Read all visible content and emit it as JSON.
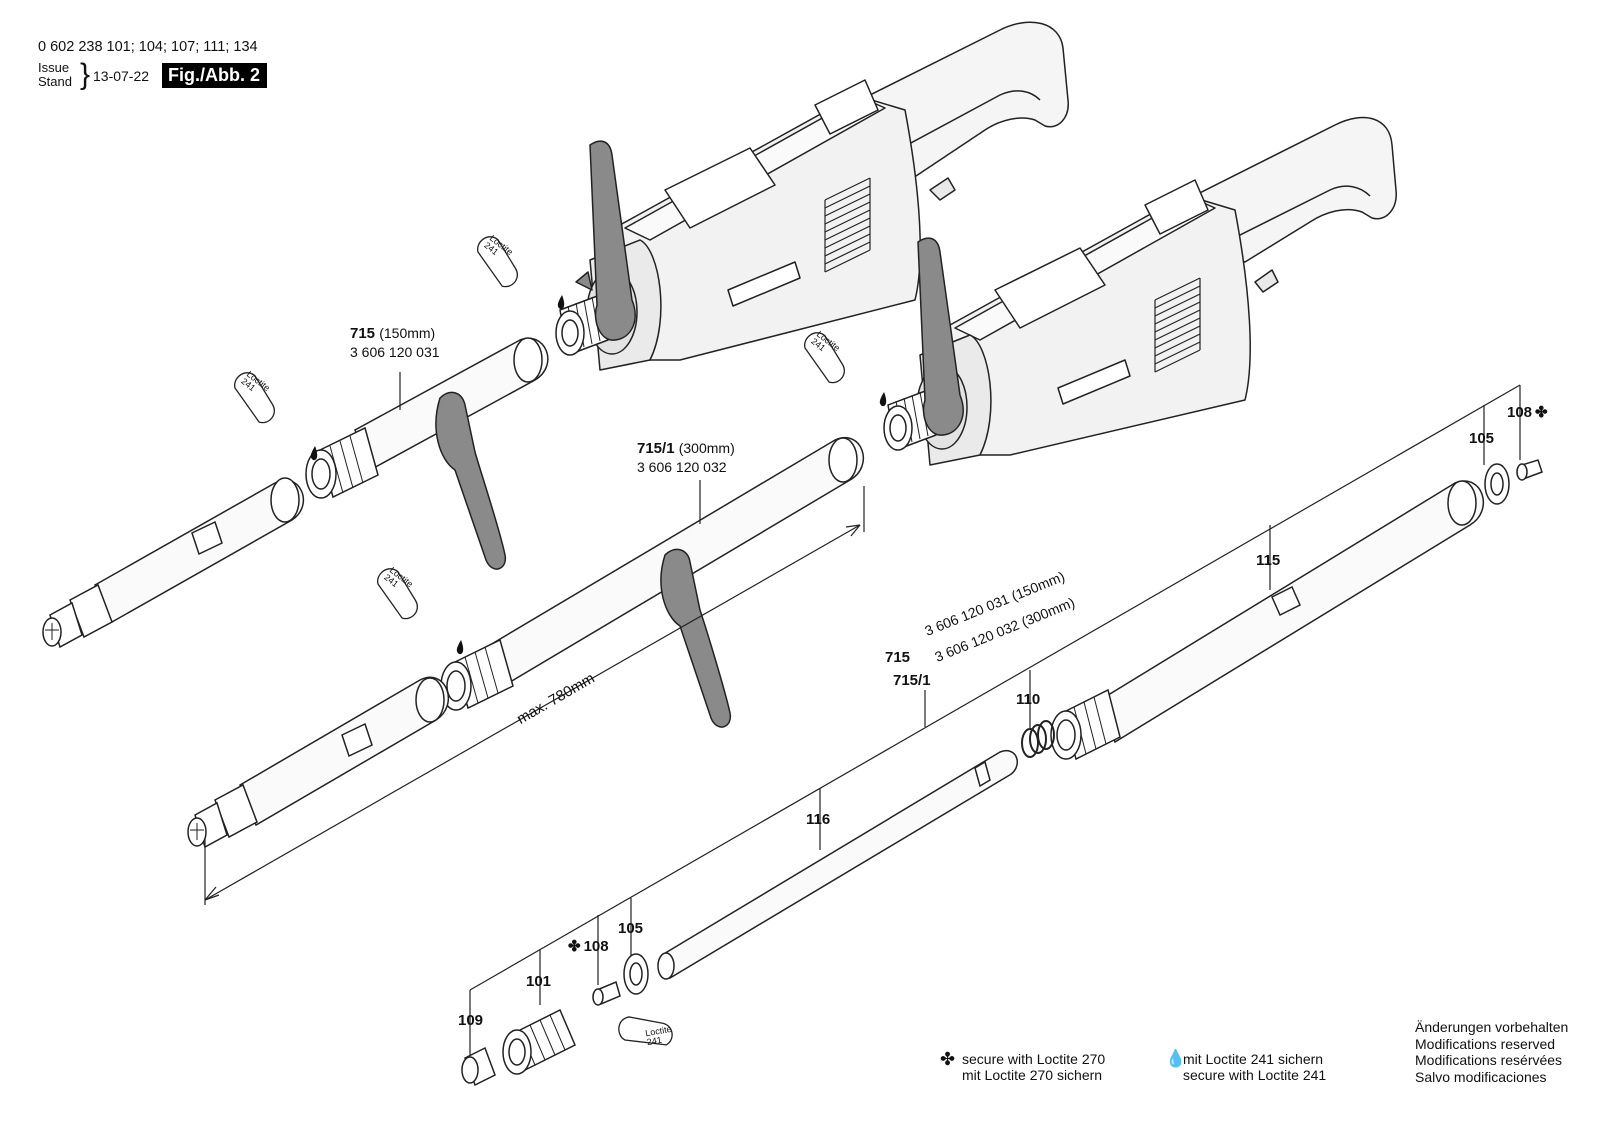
{
  "header": {
    "model_numbers": "0 602 238 101; 104; 107; 111; 134",
    "issue_label": "Issue\nStand",
    "issue_date": "13-07-22",
    "figure_label": "Fig./Abb. 2"
  },
  "callouts": {
    "p715_number": "715",
    "p715_size": "(150mm)",
    "p715_code": "3 606 120 031",
    "p7151_number": "715/1",
    "p7151_size": "(300mm)",
    "p7151_code": "3 606 120 032",
    "max_length": "max. 780mm",
    "p108_top": "108",
    "p105_top": "105",
    "p115": "115",
    "p110": "110",
    "p116": "116",
    "p715_row_number": "715",
    "p715_row_text": "3 606 120 031 (150mm)",
    "p7151_row_number": "715/1",
    "p7151_row_text": "3 606 120 032 (300mm)",
    "p109": "109",
    "p101": "101",
    "p108_bottom": "108",
    "p105_bottom": "105"
  },
  "loctite_tags": {
    "brand": "Loctite",
    "grade": "241"
  },
  "legend": {
    "loctite270": "secure with Loctite 270\nmit Loctite 270 sichern",
    "loctite241": "mit Loctite 241 sichern\nsecure with Loctite 241"
  },
  "notes": {
    "text": "Änderungen vorbehalten\nModifications reserved\nModifications resérvées\nSalvo modificaciones"
  },
  "icons": [
    "clover-icon",
    "drop-icon",
    "wrench-icon",
    "grinder-motor-icon",
    "shaft-icon",
    "bearing-icon",
    "spring-icon"
  ]
}
